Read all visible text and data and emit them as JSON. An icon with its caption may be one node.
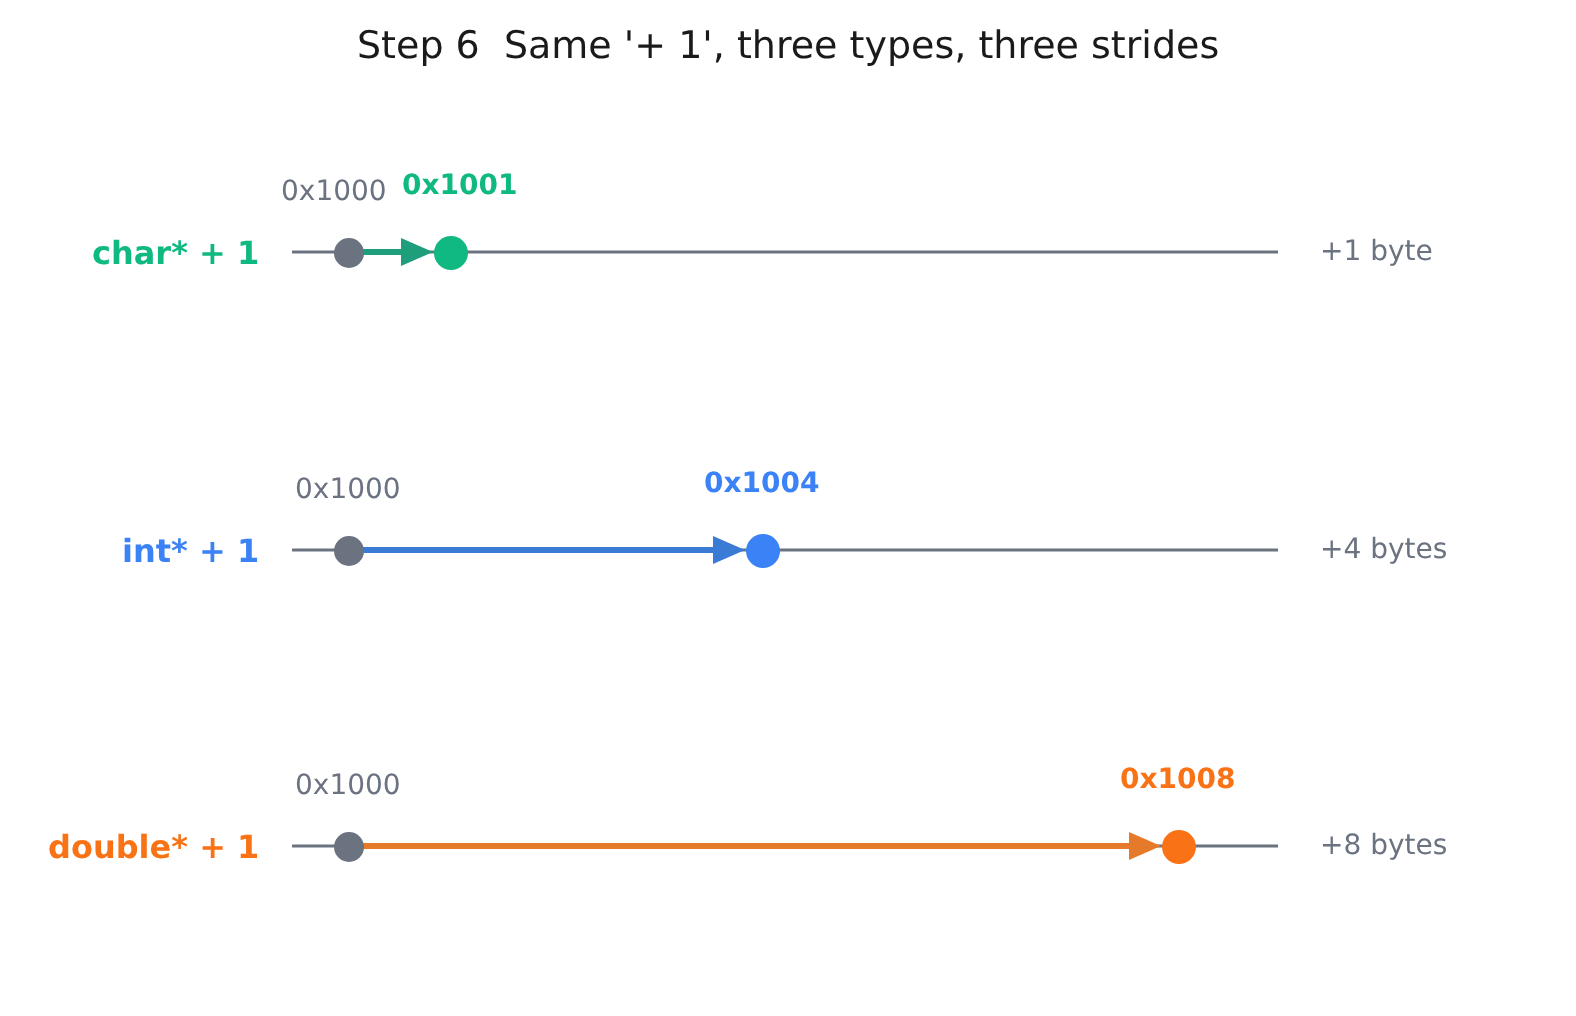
{
  "diagram": {
    "title": "Step 6  Same '+ 1', three types, three strides",
    "nodes": [
      {
        "text": [],
        "shape": "circle",
        "beside": [
          "0x1000"
        ]
      },
      {
        "text": [],
        "shape": "circle",
        "beside": [
          "0x1001"
        ]
      },
      {
        "text": [],
        "shape": "circle",
        "beside": [
          "0x1000"
        ]
      },
      {
        "text": [],
        "shape": "circle",
        "beside": [
          "0x1004"
        ]
      },
      {
        "text": [],
        "shape": "circle",
        "beside": [
          "0x1000"
        ]
      },
      {
        "text": [],
        "shape": "circle",
        "beside": [
          "0x1008"
        ]
      }
    ],
    "edges": [
      {
        "from": 0,
        "to": 1,
        "arrow": "to",
        "color": "#1f9e7c"
      },
      {
        "from": 2,
        "to": 3,
        "arrow": "to",
        "color": "#3a7bd5"
      },
      {
        "from": 4,
        "to": 5,
        "arrow": "to",
        "color": "#e67a2b"
      }
    ],
    "labels": [
      "char* + 1",
      "+1 byte",
      "int* + 1",
      "+4 bytes",
      "double* + 1",
      "+8 bytes"
    ]
  }
}
